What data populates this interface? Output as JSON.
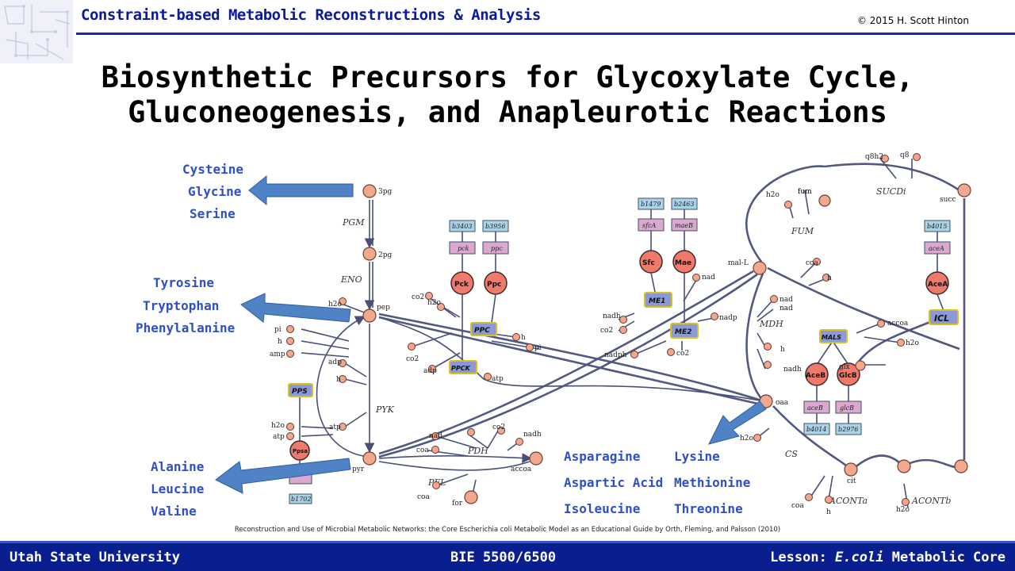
{
  "header": {
    "course_title": "Constraint-based Metabolic Reconstructions & Analysis",
    "copyright": "© 2015 H. Scott Hinton"
  },
  "slide": {
    "title_line1": "Biosynthetic Precursors for Glycoxylate Cycle,",
    "title_line2": "Gluconeogenesis, and Anapleurotic Reactions"
  },
  "precursor_groups": {
    "from_3pg": [
      "Cysteine",
      "Glycine",
      "Serine"
    ],
    "from_pep": [
      "Tyrosine",
      "Tryptophan",
      "Phenylalanine"
    ],
    "from_pyr": [
      "Alanine",
      "Leucine",
      "Valine"
    ],
    "from_oaa_col1": [
      "Asparagine",
      "Aspartic Acid",
      "Isoleucine"
    ],
    "from_oaa_col2": [
      "Lysine",
      "Methionine",
      "Threonine"
    ]
  },
  "diagram": {
    "reactions": [
      "PGM",
      "ENO",
      "PYK",
      "PDH",
      "PFL",
      "FUM",
      "SUCDi",
      "MDH",
      "CS",
      "ACONTa",
      "ACONTb"
    ],
    "reaction_boxes": [
      "PPS",
      "PPC",
      "PPCK",
      "ME1",
      "ME2",
      "MALS",
      "ICL"
    ],
    "genes": [
      "b3403",
      "b3956",
      "b1479",
      "b2463",
      "b4015",
      "b4014",
      "b2976",
      "b1702"
    ],
    "gene_names": [
      "pck",
      "ppc",
      "sfcA",
      "maeB",
      "aceA",
      "aceB",
      "glcB"
    ],
    "enzymes": [
      "Pck",
      "Ppc",
      "Sfc",
      "Mae",
      "AceA",
      "AceB",
      "GlcB",
      "Ppsa"
    ],
    "metabolites": {
      "pg3": "3pg",
      "pg2": "2pg",
      "pep": "pep",
      "pyr": "pyr",
      "accoa": "accoa",
      "for": "for",
      "mal": "mal-L",
      "oaa": "oaa",
      "fum": "fum",
      "succ": "succ",
      "glx": "glx",
      "cit": "cit",
      "coa": "coa",
      "q8h2": "q8h2",
      "q8": "q8",
      "h2o": "h2o",
      "h": "h",
      "pi": "pi",
      "amp": "amp",
      "adp": "adp",
      "atp": "atp",
      "co2": "co2",
      "nad": "nad",
      "nadh": "nadh",
      "nadp": "nadp",
      "nadph": "nadph"
    }
  },
  "citation": "Reconstruction and Use of Microbial Metabolic Networks: the Core Escherichia coli Metabolic Model as an Educational Guide by Orth, Fleming, and Palsson (2010)",
  "footer": {
    "university": "Utah State University",
    "course": "BIE 5500/6500",
    "lesson_prefix": "Lesson: ",
    "lesson_topic": "E.coli",
    "lesson_suffix": " Metabolic Core"
  },
  "colors": {
    "header_blue": "#0b1a9c",
    "amino_acid_blue": "#2e4fc7",
    "footer_blue": "#0a1f8f",
    "arrow_blue": "#4f83c6",
    "metabolite_node": "#f4a58c",
    "enzyme_node": "#ef7a6c",
    "gene_box": "#a9d3e8",
    "protein_box": "#dba9cf",
    "reaction_box": "#8a9ad8"
  }
}
